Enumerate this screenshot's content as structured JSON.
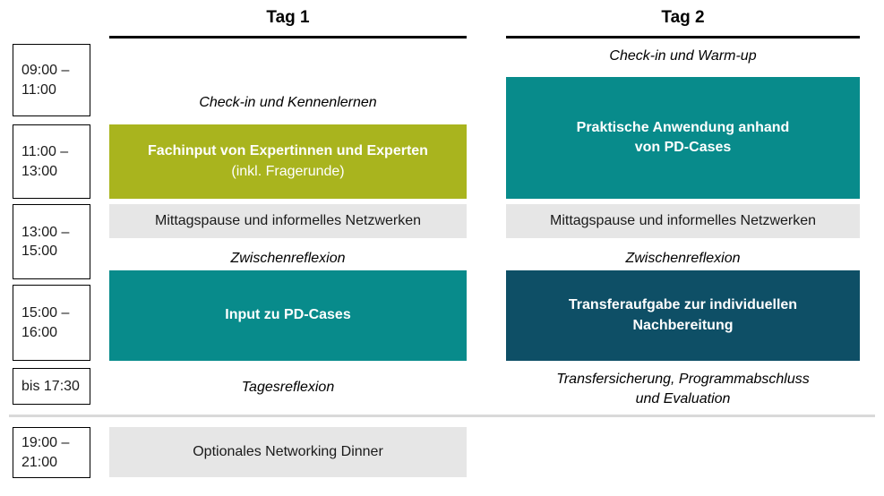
{
  "colors": {
    "accent_green": "#A9B41E",
    "accent_teal": "#088B8B",
    "accent_dark_blue": "#0E4F66",
    "row_light_gray": "#E6E6E6",
    "divider_gray": "#D9D9D9",
    "text_on_block": "#FFFFFF",
    "text_default": "#000000"
  },
  "time_slots": [
    "09:00 –\n11:00",
    "11:00 –\n13:00",
    "13:00 –\n15:00",
    "15:00 –\n16:00",
    "bis 17:30",
    "19:00 –\n21:00"
  ],
  "day1": {
    "title": "Tag 1",
    "checkin": "Check-in und Kennenlernen",
    "expert_input_title": "Fachinput von Expertinnen und Experten",
    "expert_input_subtitle": "(inkl. Fragerunde)",
    "lunch": "Mittagspause und informelles Netzwerken",
    "interim_reflection": "Zwischenreflexion",
    "pd_cases_input": "Input zu PD-Cases",
    "day_reflection": "Tagesreflexion",
    "dinner": "Optionales Networking Dinner"
  },
  "day2": {
    "title": "Tag 2",
    "checkin": "Check-in und Warm-up",
    "practical_application": "Praktische Anwendung anhand\nvon PD-Cases",
    "lunch": "Mittagspause und informelles Netzwerken",
    "interim_reflection": "Zwischenreflexion",
    "transfer_task": "Transferaufgabe zur individuellen\nNachbereitung",
    "closing": "Transfersicherung, Programmabschluss\nund Evaluation"
  }
}
